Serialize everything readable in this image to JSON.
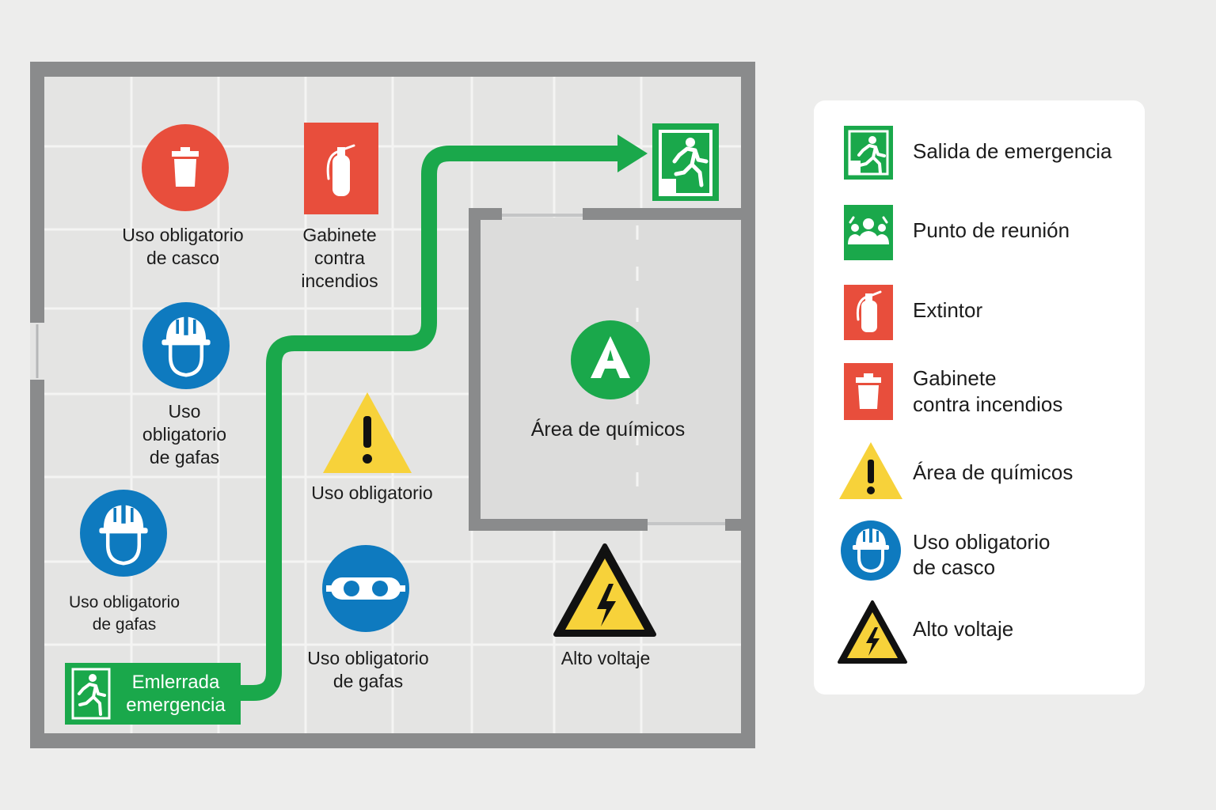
{
  "floor_plan": {
    "signs": [
      {
        "label_lines": [
          "Uso obligatorio",
          "de casco"
        ],
        "icon": "trash-can-icon",
        "color": "#e84e3c"
      },
      {
        "label_lines": [
          "Gabinete",
          "contra",
          "incendios"
        ],
        "icon": "fire-extinguisher-icon",
        "color": "#e84e3c"
      },
      {
        "label_lines": [
          "Uso",
          "obligatorio",
          "de gafas"
        ],
        "icon": "hard-hat-icon",
        "color": "#0e7abf"
      },
      {
        "label_lines": [
          "Uso obligatorio",
          "de gafas"
        ],
        "icon": "hard-hat-icon",
        "color": "#0e7abf"
      },
      {
        "label_lines": [
          "Uso obligatorio"
        ],
        "icon": "warning-exclamation-icon",
        "color": "#f7d23a"
      },
      {
        "label_lines": [
          "Uso obligatorio",
          "de gafas"
        ],
        "icon": "safety-goggles-icon",
        "color": "#0e7abf"
      },
      {
        "label_lines": [
          "Área de químicos"
        ],
        "icon": "chemical-area-icon",
        "color": "#1aa84b"
      },
      {
        "label_lines": [
          "Alto voltaje"
        ],
        "icon": "high-voltage-icon",
        "color": "#f7d23a"
      }
    ],
    "exit_label_lines": [
      "Emlerrada",
      "emergencia"
    ],
    "route_color": "#1aa84b",
    "wall_color": "#8a8b8c"
  },
  "legend": {
    "items": [
      {
        "label_lines": [
          "Salida de emergencia"
        ],
        "icon": "emergency-exit-icon"
      },
      {
        "label_lines": [
          "Punto de reunión"
        ],
        "icon": "assembly-point-icon"
      },
      {
        "label_lines": [
          "Extintor"
        ],
        "icon": "fire-extinguisher-icon"
      },
      {
        "label_lines": [
          "Gabinete",
          "contra incendios"
        ],
        "icon": "trash-can-icon"
      },
      {
        "label_lines": [
          "Área de químicos"
        ],
        "icon": "warning-exclamation-icon"
      },
      {
        "label_lines": [
          "Uso obligatorio",
          "de casco"
        ],
        "icon": "hard-hat-icon"
      },
      {
        "label_lines": [
          "Alto voltaje"
        ],
        "icon": "high-voltage-icon"
      }
    ]
  },
  "colors": {
    "green": "#1aa84b",
    "red": "#e84e3c",
    "blue": "#0e7abf",
    "yellow": "#f7d23a"
  }
}
